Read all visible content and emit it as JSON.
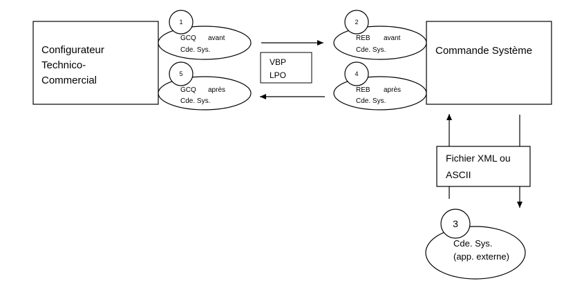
{
  "boxes": {
    "configurateur": [
      "Configurateur",
      "Technico-",
      "Commercial"
    ],
    "commande": "Commande Système",
    "vbp_lpo": [
      "VBP",
      "LPO"
    ],
    "fichier": [
      "Fichier XML ou",
      "ASCII"
    ]
  },
  "ellipses": {
    "gcq_avant": {
      "number": "1",
      "line1_a": "GCQ",
      "line1_b": "avant",
      "line2": "Cde. Sys."
    },
    "gcq_apres": {
      "number": "5",
      "line1_a": "GCQ",
      "line1_b": "après",
      "line2": "Cde. Sys."
    },
    "reb_avant": {
      "number": "2",
      "line1_a": "REB",
      "line1_b": "avant",
      "line2": "Cde. Sys."
    },
    "reb_apres": {
      "number": "4",
      "line1_a": "REB",
      "line1_b": "après",
      "line2": "Cde. Sys."
    },
    "externe": {
      "number": "3",
      "line1": "Cde. Sys.",
      "line2": "(app. externe)"
    }
  }
}
